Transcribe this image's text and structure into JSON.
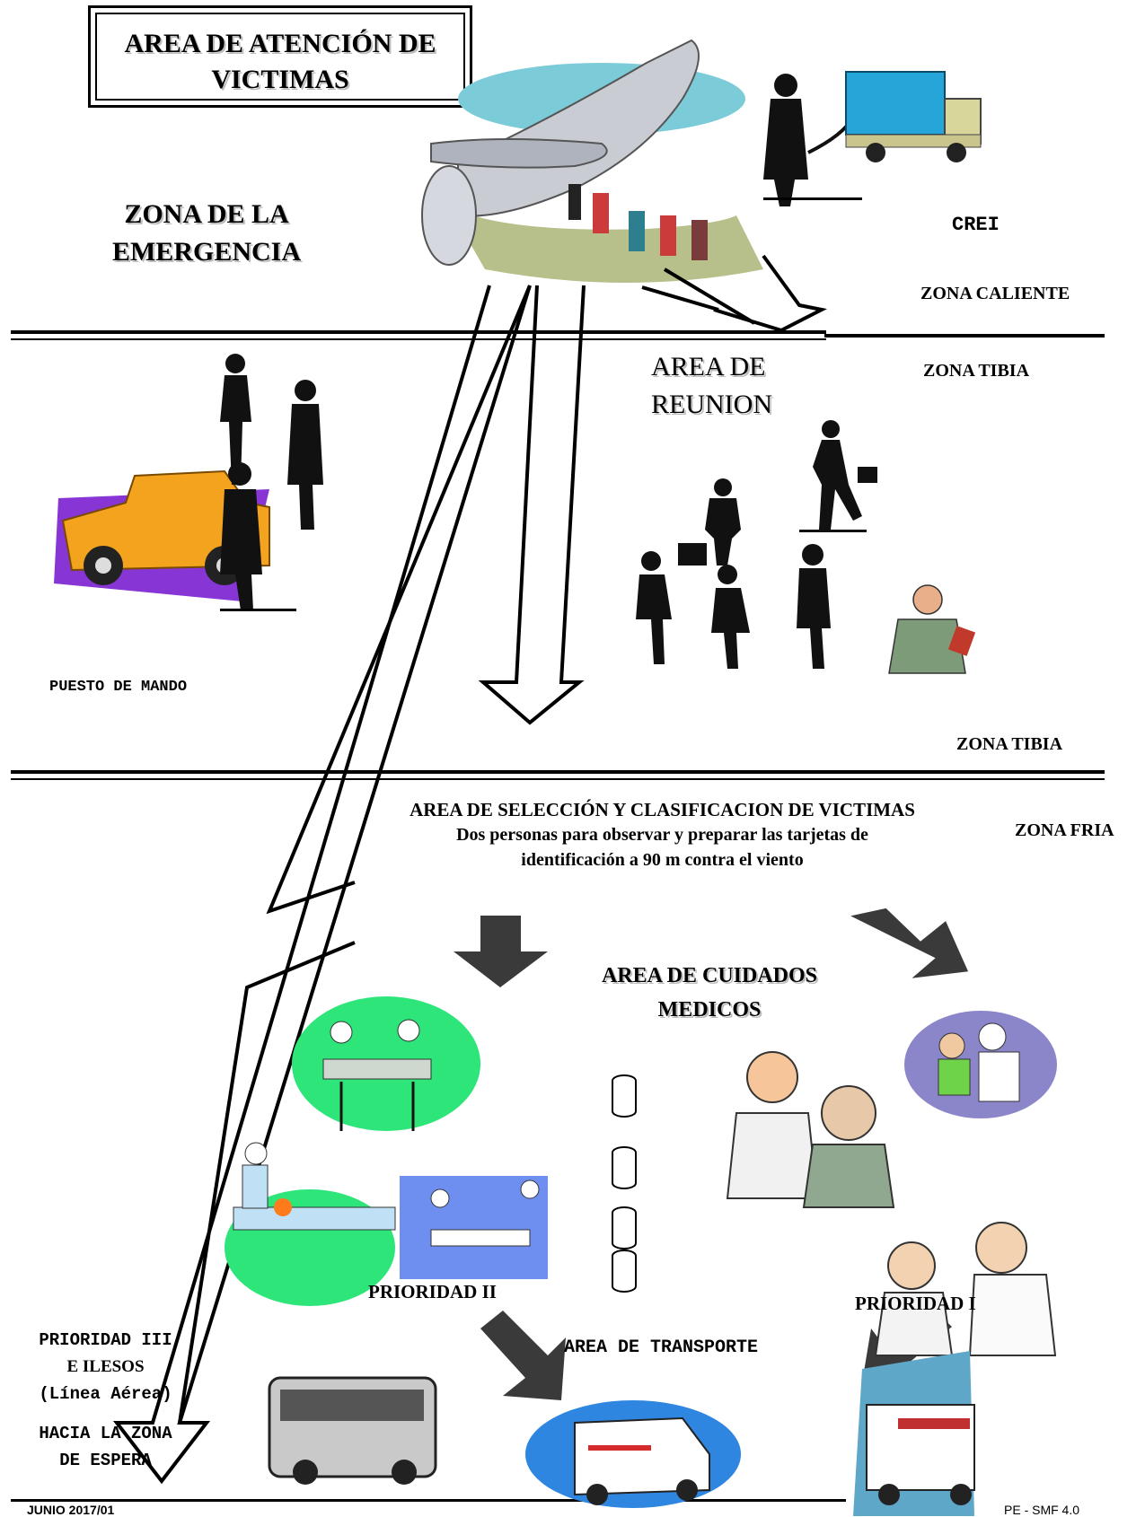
{
  "title": {
    "line1": "AREA DE ATENCIÓN DE",
    "line2": "VICTIMAS"
  },
  "zones": {
    "emergencia": {
      "line1": "ZONA DE LA",
      "line2": "EMERGENCIA"
    },
    "crei": "CREI",
    "caliente": "ZONA CALIENTE",
    "tibia_top": "ZONA TIBIA",
    "tibia_bottom": "ZONA TIBIA",
    "fria": "ZONA FRIA"
  },
  "areas": {
    "reunion": {
      "line1": "AREA DE",
      "line2": "REUNION"
    },
    "puesto_mando": "PUESTO DE MANDO",
    "seleccion": {
      "line1": "AREA DE SELECCIÓN Y CLASIFICACION DE VICTIMAS",
      "line2": "Dos personas para observar y preparar las tarjetas de",
      "line3": "identificación a 90 m contra el viento"
    },
    "cuidados": {
      "line1": "AREA DE CUIDADOS",
      "line2": "MEDICOS"
    },
    "transporte": "AREA DE TRANSPORTE"
  },
  "priorities": {
    "p2": "PRIORIDAD II",
    "p1": "PRIORIDAD I",
    "p3": {
      "line1": "PRIORIDAD III",
      "line2": "E ILESOS",
      "line3": "(Línea Aérea)",
      "line4": "HACIA LA ZONA",
      "line5": "DE ESPERA"
    }
  },
  "footer": {
    "left": "JUNIO 2017/01",
    "right": "PE - SMF 4.0"
  },
  "colors": {
    "sky": "#7ccbd9",
    "ground": "#b7c08a",
    "green": "#2ee57a",
    "blue_bg": "#6f8ff0",
    "purple": "#8b85c9",
    "truck_orange": "#f4a31f",
    "arrow_dark": "#3a3a3a",
    "ambulance_blue": "#2e86e0"
  }
}
